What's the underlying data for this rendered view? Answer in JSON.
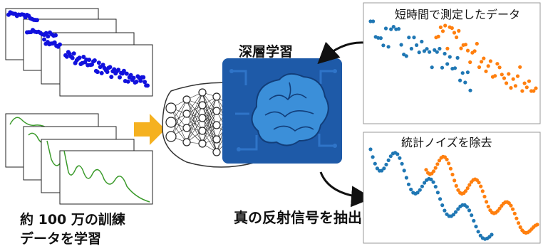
{
  "labels": {
    "training_data_line1": "約 100 万の訓練",
    "training_data_line2": "データを学習",
    "deep_learning": "深層学習",
    "extract_signal": "真の反射信号を抽出"
  },
  "charts": {
    "measured_title": "短時間で測定したデータ",
    "denoised_title": "統計ノイズを除去"
  },
  "colors": {
    "blue_series": "#1f77b4",
    "orange_series": "#ff7f0e",
    "training_dots": "#1111dd",
    "training_curve": "#3a9a2a",
    "arrow": "#f5b120",
    "chip": "#1e5aa8",
    "brain": "#3b8fd9"
  },
  "icons": [
    "neural-network-icon",
    "brain-chip-icon",
    "arrow-right-icon",
    "curved-arrow-icon"
  ]
}
